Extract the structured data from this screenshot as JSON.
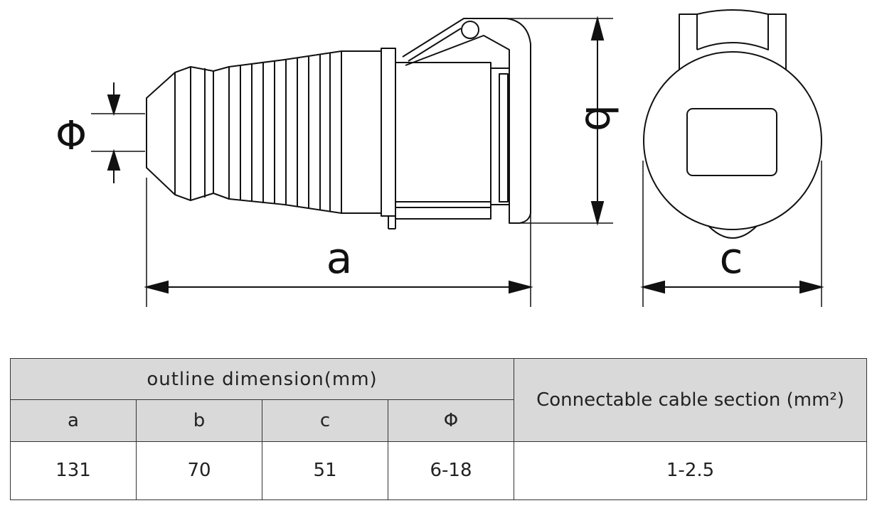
{
  "drawing": {
    "labels": {
      "phi": "Φ",
      "a": "a",
      "b": "b",
      "c": "c"
    }
  },
  "table": {
    "group_header": "outline dimension(mm)",
    "cable_header": "Connectable cable section (mm²)",
    "columns": [
      "a",
      "b",
      "c",
      "Φ"
    ],
    "values": [
      "131",
      "70",
      "51",
      "6-18"
    ],
    "cable_value": "1-2.5"
  },
  "colors": {
    "line": "#111111",
    "header_fill": "#d9d9d9"
  }
}
